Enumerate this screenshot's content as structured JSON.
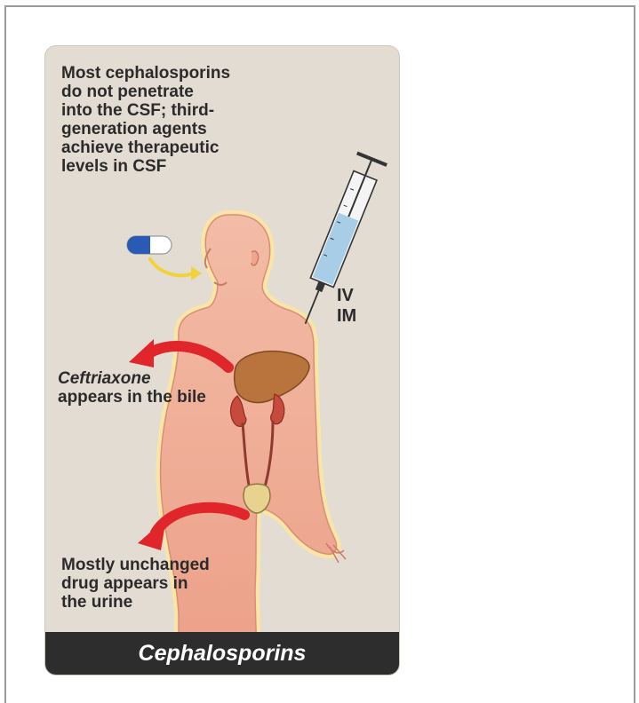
{
  "diagram": {
    "top_note": "Most cephalosporins\ndo not penetrate\ninto the CSF; third-\ngeneration agents\nachieve therapeutic\nlevels in CSF",
    "route_label": "IV\nIM",
    "bile_label_italic": "Ceftriaxone",
    "bile_label_rest": "appears in the bile",
    "urine_label": "Mostly unchanged\ndrug appears in\nthe urine",
    "caption": "Cephalosporins",
    "icons": [
      "capsule-icon",
      "syringe-icon",
      "liver-icon",
      "kidney-icon",
      "bladder-icon",
      "arrow-icon"
    ],
    "colors": {
      "card_background": "#e3dcd2",
      "body_skin": "#f1b59f",
      "arrow_red": "#e0262a",
      "caption_bar": "#2d2d2d",
      "liver": "#b9733c",
      "kidney": "#c64b3c",
      "capsule_blue": "#2a5bb4",
      "syringe_fluid": "#a8cde6"
    }
  }
}
